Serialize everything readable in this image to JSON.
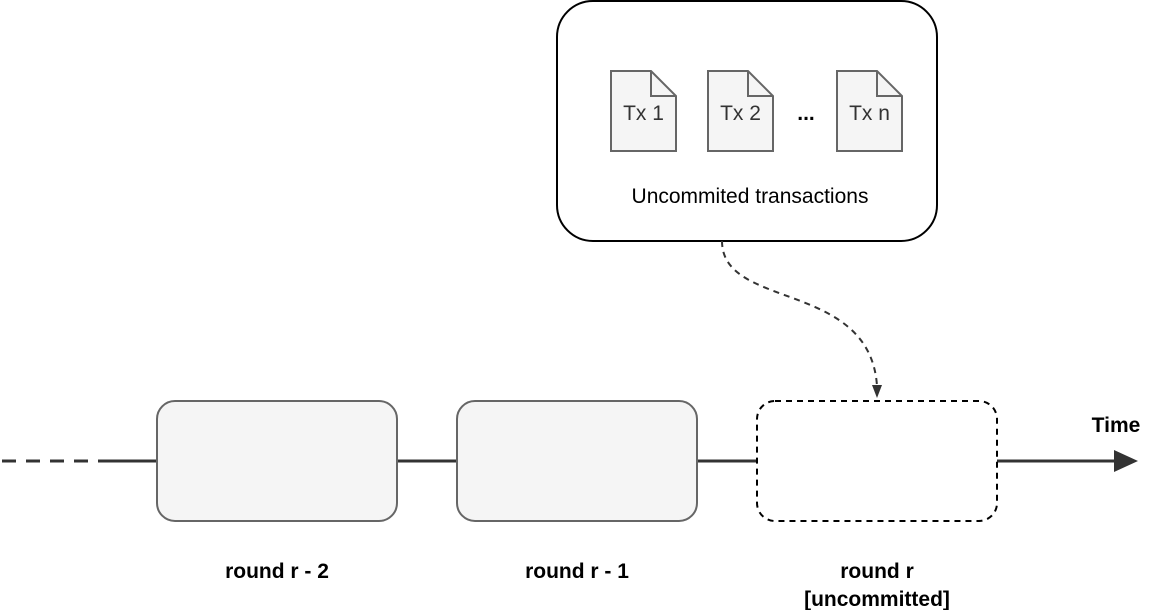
{
  "pool": {
    "label": "Uncommited transactions",
    "transactions": [
      "Tx 1",
      "Tx 2",
      "Tx n"
    ],
    "ellipsis": "..."
  },
  "timeline": {
    "axis_label": "Time",
    "rounds": [
      {
        "label": "round r - 2",
        "sublabel": "",
        "status": "committed"
      },
      {
        "label": "round r - 1",
        "sublabel": "",
        "status": "committed"
      },
      {
        "label": "round r",
        "sublabel": "[uncommitted]",
        "status": "uncommitted"
      }
    ]
  },
  "colors": {
    "line": "#333333",
    "block_fill": "#f5f5f5",
    "block_stroke": "#666666",
    "doc_fill": "#f5f5f5",
    "doc_stroke": "#666666",
    "pool_stroke": "#000000"
  }
}
